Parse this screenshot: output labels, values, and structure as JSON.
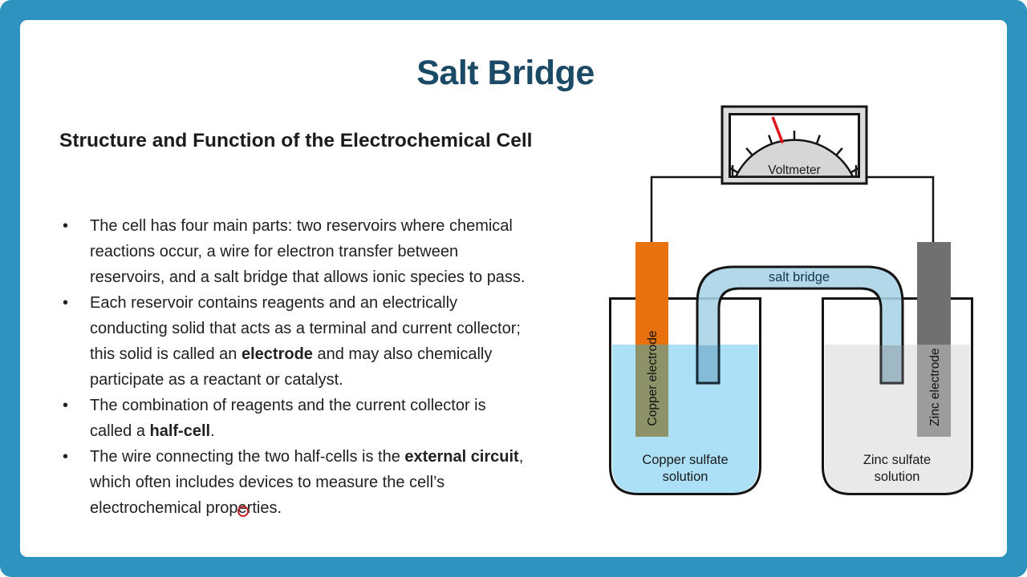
{
  "frame": {
    "border_color": "#2E93BE"
  },
  "slide": {
    "title": "Salt Bridge",
    "title_color": "#1A4A66",
    "heading": "Structure and Function of the Electrochemical Cell",
    "bullets": [
      {
        "segments": [
          {
            "text": "The cell has four main parts: two reservoirs where chemical reactions occur, a wire for electron transfer between reservoirs, and a salt bridge that allows ionic species to pass."
          }
        ]
      },
      {
        "segments": [
          {
            "text": "Each reservoir contains reagents and an electrically conducting solid that acts as a terminal and current collector; this solid is called an "
          },
          {
            "text": "electrode",
            "bold": true
          },
          {
            "text": " and may also chemically participate as a reactant or catalyst."
          }
        ]
      },
      {
        "segments": [
          {
            "text": "The combination of reagents and the current collector is called a "
          },
          {
            "text": "half-cell",
            "bold": true
          },
          {
            "text": "."
          }
        ]
      },
      {
        "segments": [
          {
            "text": "The wire connecting the two half-cells is the "
          },
          {
            "text": "external circuit",
            "bold": true
          },
          {
            "text": ", which often includes devices to measure the cell’s electrochemical prop"
          },
          {
            "text": "e",
            "mark": true
          },
          {
            "text": "rties."
          }
        ]
      }
    ]
  },
  "diagram": {
    "voltmeter_label": "Voltmeter",
    "salt_bridge_label": "salt bridge",
    "copper_electrode_label": "Copper electrode",
    "zinc_electrode_label": "Zinc electrode",
    "copper_solution_label_line1": "Copper sulfate",
    "copper_solution_label_line2": "solution",
    "zinc_solution_label_line1": "Zinc sulfate",
    "zinc_solution_label_line2": "solution",
    "colors": {
      "copper_electrode": "#E8710E",
      "copper_electrode_submerged": "#8E9268",
      "zinc_electrode": "#707070",
      "zinc_electrode_submerged": "#9C9C9C",
      "copper_solution": "#ABE0F7",
      "zinc_solution": "#E9E9E9",
      "salt_bridge_fill": "#A9D3E6",
      "meter_body": "#DBDBDB",
      "meter_dial": "#D6D6D6",
      "needle": "#E0161B",
      "label_navy": "#15364E"
    }
  }
}
